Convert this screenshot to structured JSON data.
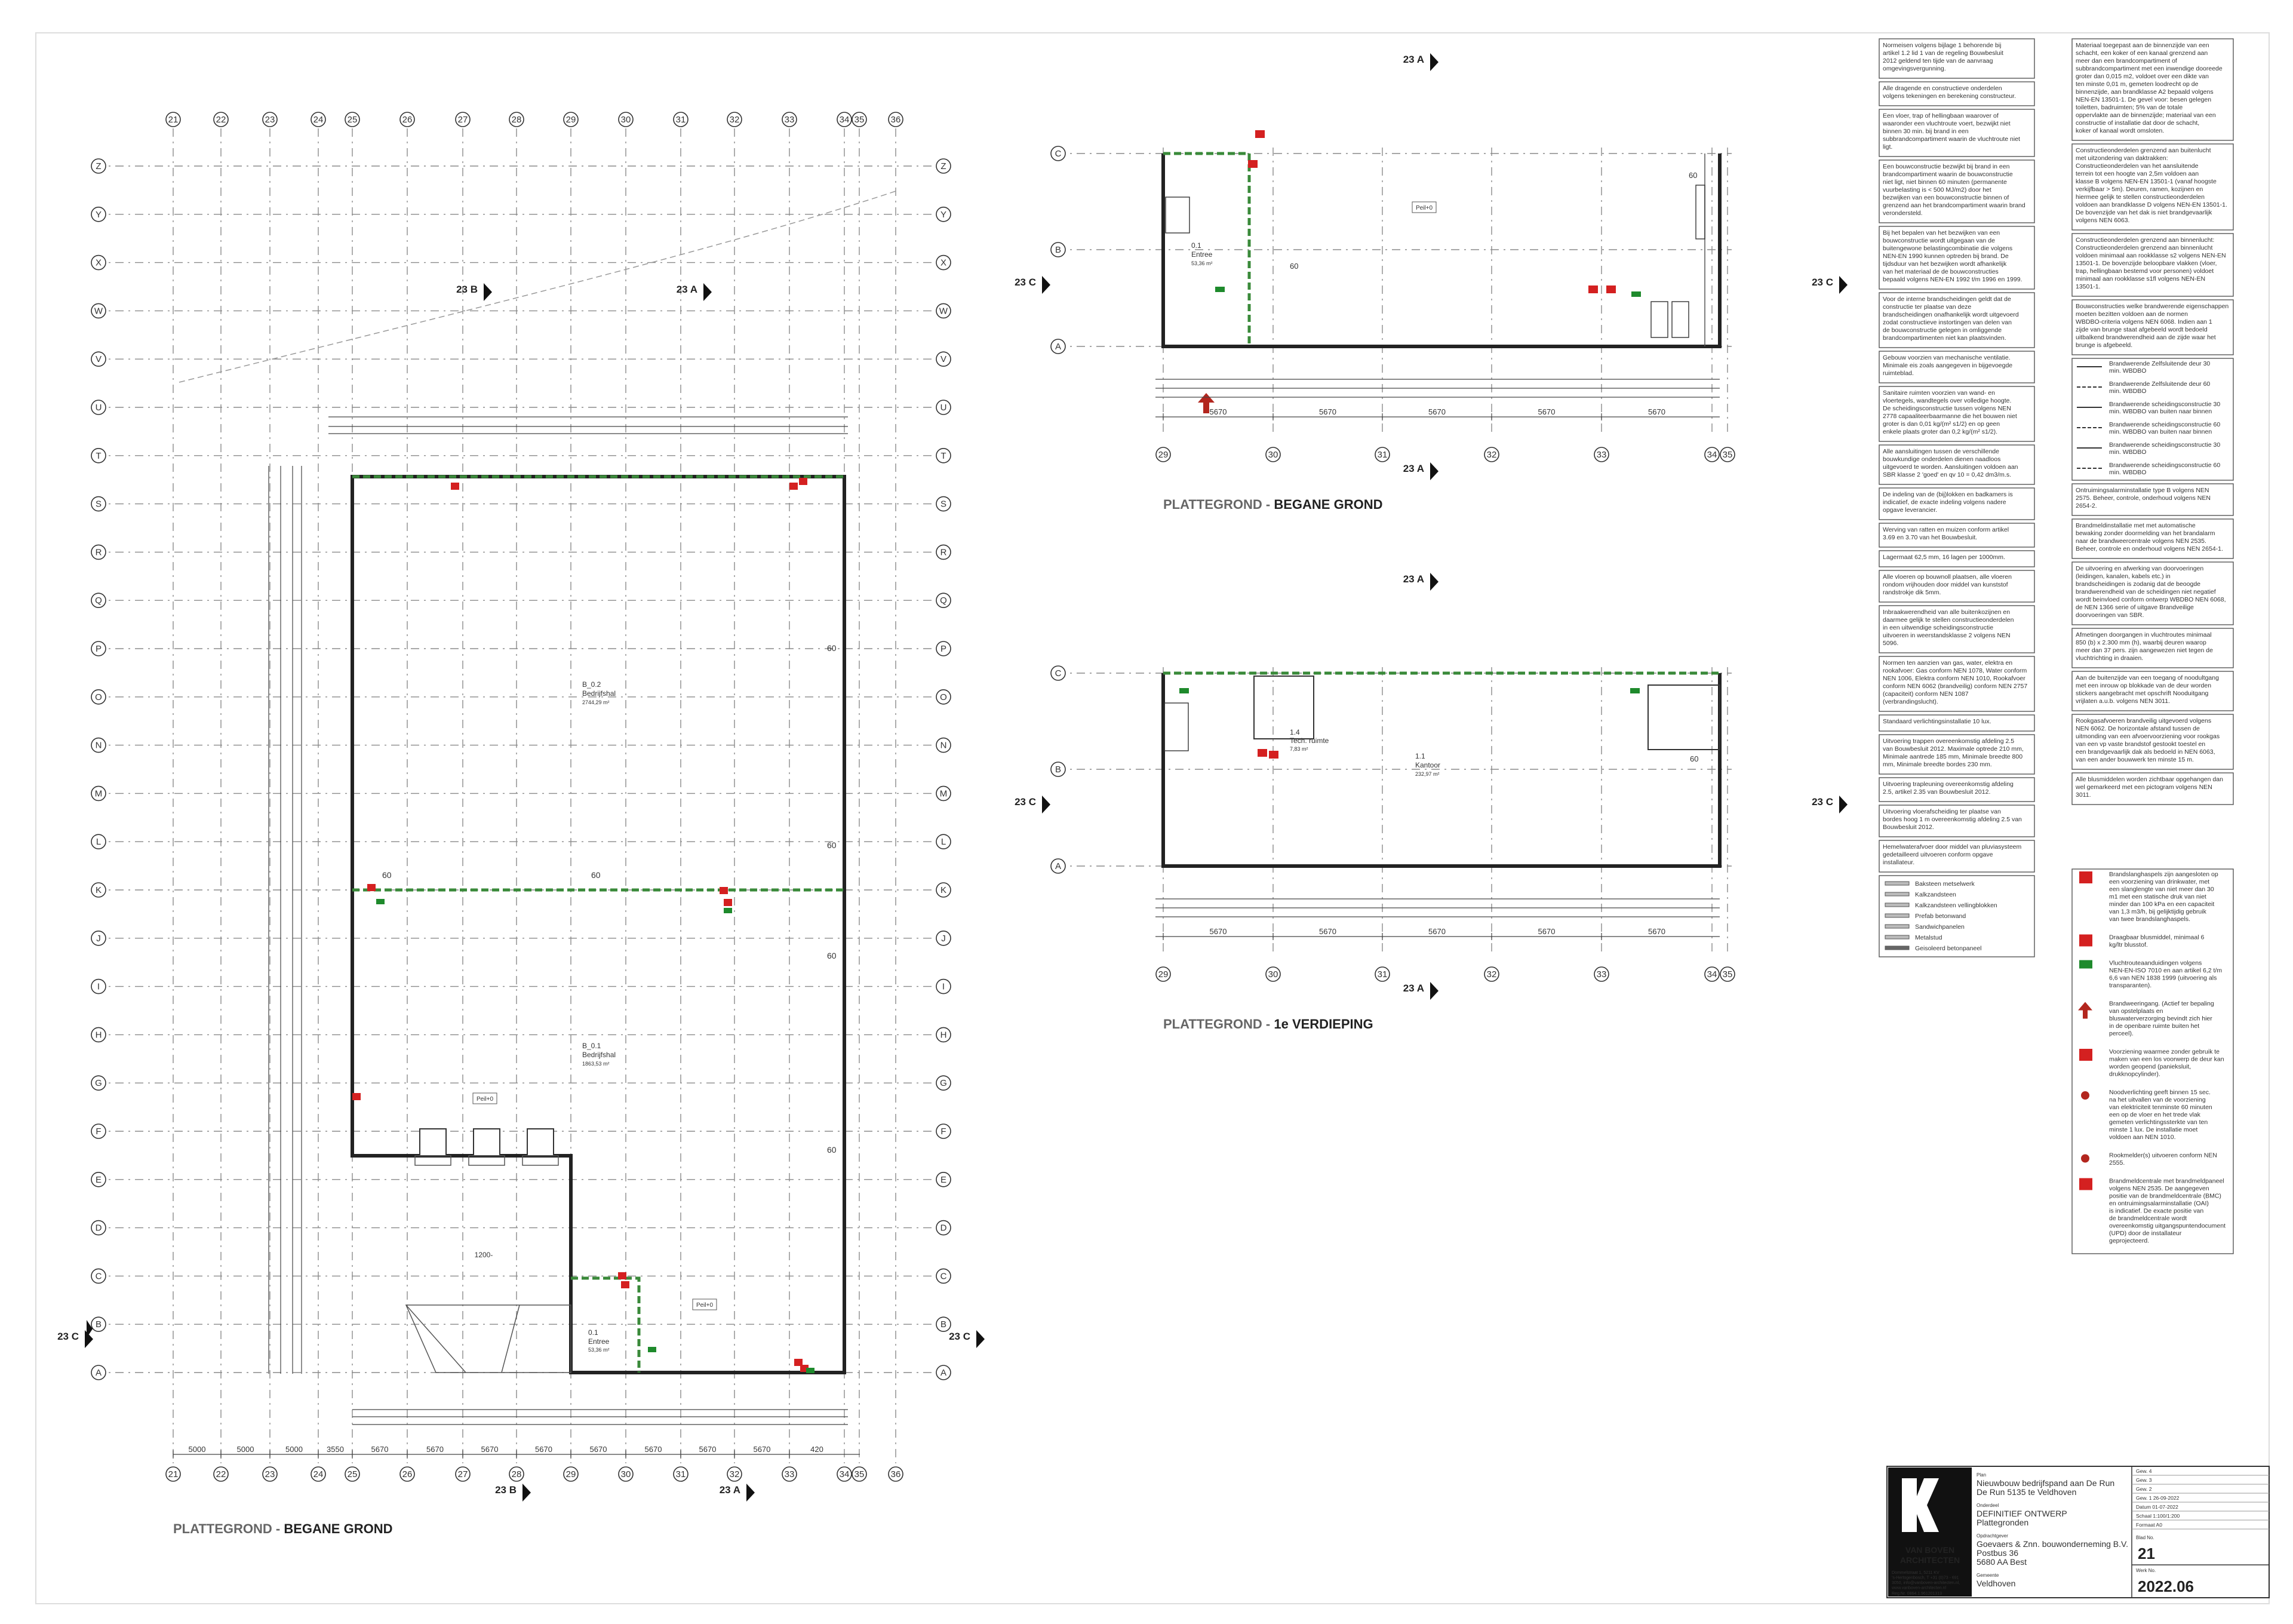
{
  "plans": {
    "main_title": {
      "prefix": "PLATTEGROND - ",
      "name": "BEGANE GROND"
    },
    "top_title": {
      "prefix": "PLATTEGROND - ",
      "name": "BEGANE GROND"
    },
    "first_title": {
      "prefix": "PLATTEGROND - ",
      "name": "1e VERDIEPING"
    }
  },
  "grid_x_main": [
    "21",
    "22",
    "23",
    "24",
    "25",
    "26",
    "27",
    "28",
    "29",
    "30",
    "31",
    "32",
    "33",
    "34",
    "35",
    "36"
  ],
  "grid_y_main": [
    "Z",
    "Y",
    "X",
    "W",
    "V",
    "U",
    "T",
    "S",
    "R",
    "Q",
    "P",
    "O",
    "N",
    "M",
    "L",
    "K",
    "J",
    "I",
    "H",
    "G",
    "F",
    "E",
    "D",
    "C",
    "B",
    "A"
  ],
  "grid_x_small": [
    "29",
    "30",
    "31",
    "32",
    "33",
    "34",
    "35"
  ],
  "grid_y_small": [
    "C",
    "B",
    "A"
  ],
  "bottom_dims_main": [
    "5000",
    "5000",
    "5000",
    "3550",
    "5670",
    "5670",
    "5670",
    "5670",
    "5670",
    "5670",
    "5670",
    "5670",
    "420"
  ],
  "bottom_dims_small": [
    "5670",
    "5670",
    "5670",
    "5670",
    "5670"
  ],
  "section_marks": {
    "a": "23 A",
    "b": "23 B",
    "c": "23 C"
  },
  "rooms": {
    "b02": {
      "code": "B_0.2",
      "name": "Bedrijfshal",
      "area": "2744,29 m²"
    },
    "b01": {
      "code": "B_0.1",
      "name": "Bedrijfshal",
      "area": "1863,53 m²"
    },
    "entree": {
      "code": "0.1",
      "name": "Entree",
      "area": "53,36 m²"
    },
    "entree_top": {
      "code": "0.1",
      "name": "Entree",
      "area": "53,36 m²"
    },
    "tech": {
      "code": "1.4",
      "name": "Tech. ruimte",
      "area": "7,83 m²"
    },
    "kantoor": {
      "code": "1.1",
      "name": "Kantoor",
      "area": "232,97 m²"
    },
    "peil": "Peil+0",
    "ramp": "1200-",
    "fire60": "60"
  },
  "notes_col1": [
    "Normeisen volgens bijlage 1 behorende bij artikel 1.2 lid 1 van de regeling Bouwbesluit 2012 geldend ten tijde van de aanvraag omgevingsvergunning.",
    "Alle dragende en constructieve onderdelen volgens tekeningen en berekening constructeur.",
    "Een vloer, trap of hellingbaan waarover of waaronder een vluchtroute voert, bezwijkt niet binnen 30 min. bij brand in een subbrandcompartiment waarin de vluchtroute niet ligt.",
    "Een bouwconstructie bezwijkt bij brand in een brandcompartiment waarin de bouwconstructie niet ligt, niet binnen 60 minuten (permanente vuurbelasting is < 500 MJ/m2) door het bezwijken van een bouwconstructie binnen of grenzend aan het brandcompartiment waarin brand verondersteld.",
    "Bij het bepalen van het bezwijken van een bouwconstructie wordt uitgegaan van de buitengewone belastingcombinatie die volgens NEN-EN 1990 kunnen optreden bij brand. De tijdsduur van het bezwijken wordt afhankelijk van het materiaal de de bouwconstructies bepaald volgens NEN-EN 1992 t/m 1996 en 1999.",
    "Voor de interne brandscheidingen geldt dat de constructie ter plaatse van deze brandscheidingen onafhankelijk wordt uitgevoerd zodat constructieve instortingen van delen van de bouwconstructie gelegen in omliggende brandcompartimenten niet kan plaatsvinden.",
    "Gebouw voorzien van mechanische ventilatie. Minimale eis zoals aangegeven in bijgevoegde ruimteblad.",
    "Sanitaire ruimten voorzien van wand- en vloertegels, wandtegels over volledige hoogte. De scheidingsconstructie tussen volgens NEN 2778 capaaliteerbaarmanne die het bouwen niet groter is dan 0,01 kg/(m² s1/2) en op geen enkele plaats groter dan 0,2 kg/(m² s1/2).",
    "Alle aansluitingen tussen de verschillende bouwkundige onderdelen dienen naadloos uitgevoerd te worden. Aansluitingen voldoen aan SBR klasse 2 'goed' en qv 10 = 0,42 dm3/m.s.",
    "De indeling van de (bij)lokken en badkamers is indicatief, de exacte indeling volgens nadere opgave leverancier.",
    "Werving van ratten en muizen conform artikel 3.69 en 3.70 van het Bouwbesluit.",
    "Lagermaat 62,5 mm, 16 lagen per 1000mm.",
    "Alle vloeren op bouwnoll plaatsen, alle vloeren rondom vrijhouden door middel van kunststof randstrokje dik 5mm.",
    "Inbraakwerendheid van alle buitenkozijnen en daarmee gelijk te stellen constructieonderdelen in een uitwendige scheidingsconstructie uitvoeren in weerstandsklasse 2 volgens NEN 5096.",
    "Normen ten aanzien van gas, water, elektra en rookafvoer: Gas conform NEN 1078, Water conform NEN 1006, Elektra conform NEN 1010, Rookafvoer conform NEN 6062 (brandveilig) conform NEN 2757 (capaciteit) conform NEN 1087 (verbrandingslucht).",
    "Standaard verlichtingsinstallatie 10 lux.",
    "Uitvoering trappen overeenkomstig afdeling 2.5 van Bouwbesluit 2012. Maximale optrede 210 mm, Minimale aantrede 185 mm, Minimale breedte 800 mm, Minimale breedte bordes 230 mm.",
    "Uitvoering trapleuning overeenkomstig afdeling 2.5, artikel 2.35 van Bouwbesluit 2012.",
    "Uitvoering vloerafscheiding ter plaatse van bordes hoog 1 m overeenkomstig afdeling 2.5 van Bouwbesluit 2012.",
    "Hemelwaterafvoer door middel van pluviasysteem gedetailleerd uitvoeren conform opgave installateur."
  ],
  "materials": [
    "Baksteen metselwerk",
    "Kalkzandsteen",
    "Kalkzandsteen vellingblokken",
    "Prefab betonwand",
    "Sandwichpanelen",
    "Metalstud",
    "Geisoleerd betonpaneel"
  ],
  "notes_col2": [
    "Materiaal toegepast aan de binnenzijde van een schacht, een koker of een kanaal grenzend aan meer dan een brandcompartiment of subbrandcompartiment met een inwendige dooreede groter dan 0,015 m2, voldoet over een dikte van ten minste 0,01 m, gemeten loodrecht op de binnenzijde, aan brandklasse A2 bepaald volgens NEN-EN 13501-1. De gevel voor: besen gelegen toiletten, badruimten; 5% van de totale oppervlakte aan de binnenzijde; materiaal van een constructie of installatie dat door de schacht, koker of kanaal wordt omsloten.",
    "Constructieonderdelen grenzend aan buitenlucht met uitzondering van daktrakken: Constructieonderdelen van het aansluitende terrein tot een hoogte van 2,5m voldoen aan klasse B volgens NEN-EN 13501-1 (vanaf hoogste verkijfbaar > 5m). Deuren, ramen, kozijnen en hiermee gelijk te stellen constructieonderdelen voldoen aan brandklasse D volgens NEN-EN 13501-1. De bovenzijde van het dak is niet brandgevaarlijk volgens NEN 6063.",
    "Constructieonderdelen grenzend aan binnenlucht: Constructieonderdelen grenzend aan binnenlucht voldoen minimaal aan rookklasse s2 volgens NEN-EN 13501-1. De bovenzijde beloopbare vlakken (vloer, trap, hellingbaan bestemd voor personen) voldoet minimaal aan rookklasse s1fl volgens NEN-EN 13501-1.",
    "Bouwconstructies welke brandwerende eigenschappen moeten bezitten voldoen aan de normen WBDBO-criteria volgens NEN 6068. Indien aan 1 zijde van brunge staat afgebeeld wordt bedoeld uitbalkend brandwerendheid aan de zijde waar het brunge is afgebeeld."
  ],
  "legend_lines": [
    "Brandwerende Zelfsluitende deur 30 min. WBDBO",
    "Brandwerende Zelfsluitende deur 60 min. WBDBO",
    "Brandwerende scheidingsconstructie 30 min. WBDBO van buiten naar binnen",
    "Brandwerende scheidingsconstructie 60 min. WBDBO van buiten naar binnen",
    "Brandwerende scheidingsconstructie 30 min. WBDBO",
    "Brandwerende scheidingsconstructie 60 min. WBDBO"
  ],
  "notes_col2b": [
    "Ontruimingsalarminstallatie type B volgens NEN 2575. Beheer, controle, onderhoud volgens NEN 2654-2.",
    "Brandmeldinstallatie met met automatische bewaking zonder doormelding van het brandalarm naar de brandweercentrale volgens NEN 2535. Beheer, controle en onderhoud volgens NEN 2654-1.",
    "De uitvoering en afwerking van doorvoeringen (leidingen, kanalen, kabels etc.) in brandscheidingen is zodanig dat de beoogde brandwerendheid van de scheidingen niet negatief wordt beinvloed conform ontwerp WBDBO NEN 6068, de NEN 1366 serie of uitgave Brandveilige doorvoeringen van SBR.",
    "Afmetingen doorgangen in vluchtroutes minimaal 850 (b) x 2.300 mm (h), waarbij deuren waarop meer dan 37 pers. zijn aangewezen niet tegen de vluchtrichting in draaien.",
    "Aan de buitenzijde van een toegang of noodultgang met een inrouw op blokkade van de deur worden stickers aangebracht met opschrift Nooduitgang vrijlaten a.u.b. volgens NEN 3011.",
    "Rookgasafvoeren brandveilig uitgevoerd volgens NEN 6062. De horizontale afstand tussen de uitmonding van een afvoervoorziening voor rookgas van een vp vaste brandstof gestookt toestel en een brandgevaarlijk dak als bedoeld in NEN 6063, van een ander bouwwerk ten minste 15 m.",
    "Alle blusmiddelen worden zichtbaar opgehangen dan wel gemarkeerd met een pictogram volgens NEN 3011."
  ],
  "fire_legend": [
    "Brandslanghaspels zijn aangesloten op een voorziening van drinkwater, met een slanglengte van niet meer dan 30 m1 met een statische druk van niet minder dan 100 kPa en een capaciteit van 1,3 m3/h, bij gelijktijdig gebruik van twee brandslanghaspels.",
    "Draagbaar blusmiddel, minimaal 6 kg/ltr blusstof.",
    "Vluchtrouteaanduidingen volgens NEN-EN-ISO 7010 en aan artikel 6,2 t/m 6,6 van NEN 1838 1999 (uitvoering als transparanten).",
    "Brandweeringang. (Actief ter bepaling van opstelplaats en bluswaterverzorging bevindt zich hier in de openbare ruimte buiten het perceel).",
    "Voorziening waarmee zonder gebruik te maken van een los voorwerp de deur kan worden geopend (panieksluit, drukknopcylinder).",
    "Noodverlichting geeft binnen 15 sec. na het uitvallen van de voorziening van elektriciteit tenminste 60 minuten een op de vloer en het trede vlak gemeten verlichtingssterkte van ten minste 1 lux. De installatie moet voldoen aan NEN 1010.",
    "Rookmelder(s) uitvoeren conform NEN 2555.",
    "Brandmeldcentrale met brandmeldpaneel volgens NEN 2535. De aangegeven positie van de brandmeldcentrale (BMC) en ontruimingsalarminstallatie (OAI) is indicatief. De exacte positie van de brandmeldcentrale wordt overeenkomstig uitgangspuntendocument (UPD) door de installateur geprojecteerd."
  ],
  "title_block": {
    "logo_line1": "VAN BOVEN",
    "logo_line2": "ARCHITECTEN",
    "address": "Dommelstraat 1, 5211 KV 's-Hertogenbosch, T +31 (0)73 - 691 3050, info@vanboven-architecten.nl, www.vanboven-architecten.nl",
    "reg": "Reg.Nr. 0864.1.961201313",
    "plan_label": "Plan",
    "plan": "Nieuwbouw bedrijfspand aan De Run",
    "plan2": "De Run 5135 te Veldhoven",
    "subject_label": "Onderdeel",
    "subject": "DEFINITIEF ONTWERP",
    "subject2": "Plattegronden",
    "client_label": "Opdrachtgever",
    "client": "Goevaers & Znn. bouwonderneming B.V.",
    "client2": "Postbus 36",
    "client3": "5680 AA   Best",
    "muni_label": "Gemeente",
    "muni": "Veldhoven",
    "revs": [
      "Gew. 4",
      "Gew. 3",
      "Gew. 2",
      "Gew. 1  26-09-2022"
    ],
    "date": "Datum  01-07-2022",
    "scale": "Schaal  1:100/1:200",
    "format": "Formaat  A0",
    "sheet_label": "Blad No.",
    "sheet": "21",
    "project_label": "Werk No.",
    "project": "2022.06"
  }
}
